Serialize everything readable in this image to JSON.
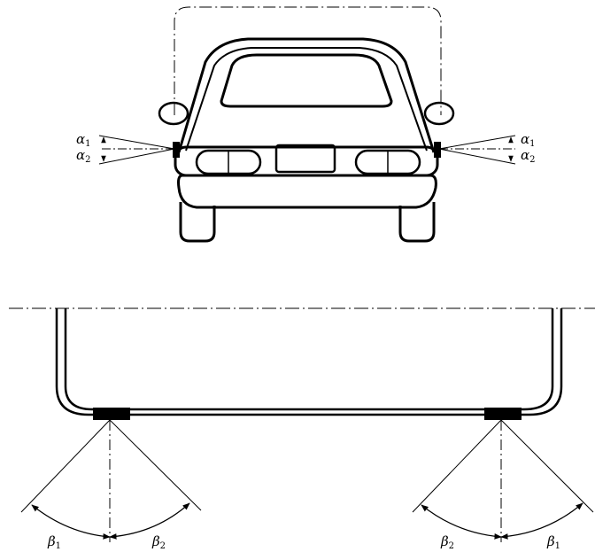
{
  "figure": {
    "ink_color": "#000000",
    "background_color": "#ffffff",
    "front_view": {
      "left_labels": [
        {
          "symbol": "α",
          "subscript": "1"
        },
        {
          "symbol": "α",
          "subscript": "2"
        }
      ],
      "right_labels": [
        {
          "symbol": "α",
          "subscript": "1"
        },
        {
          "symbol": "α",
          "subscript": "2"
        }
      ]
    },
    "top_view": {
      "left_labels": [
        {
          "symbol": "β",
          "subscript": "1"
        },
        {
          "symbol": "β",
          "subscript": "2"
        }
      ],
      "right_labels": [
        {
          "symbol": "β",
          "subscript": "2"
        },
        {
          "symbol": "β",
          "subscript": "1"
        }
      ]
    }
  }
}
